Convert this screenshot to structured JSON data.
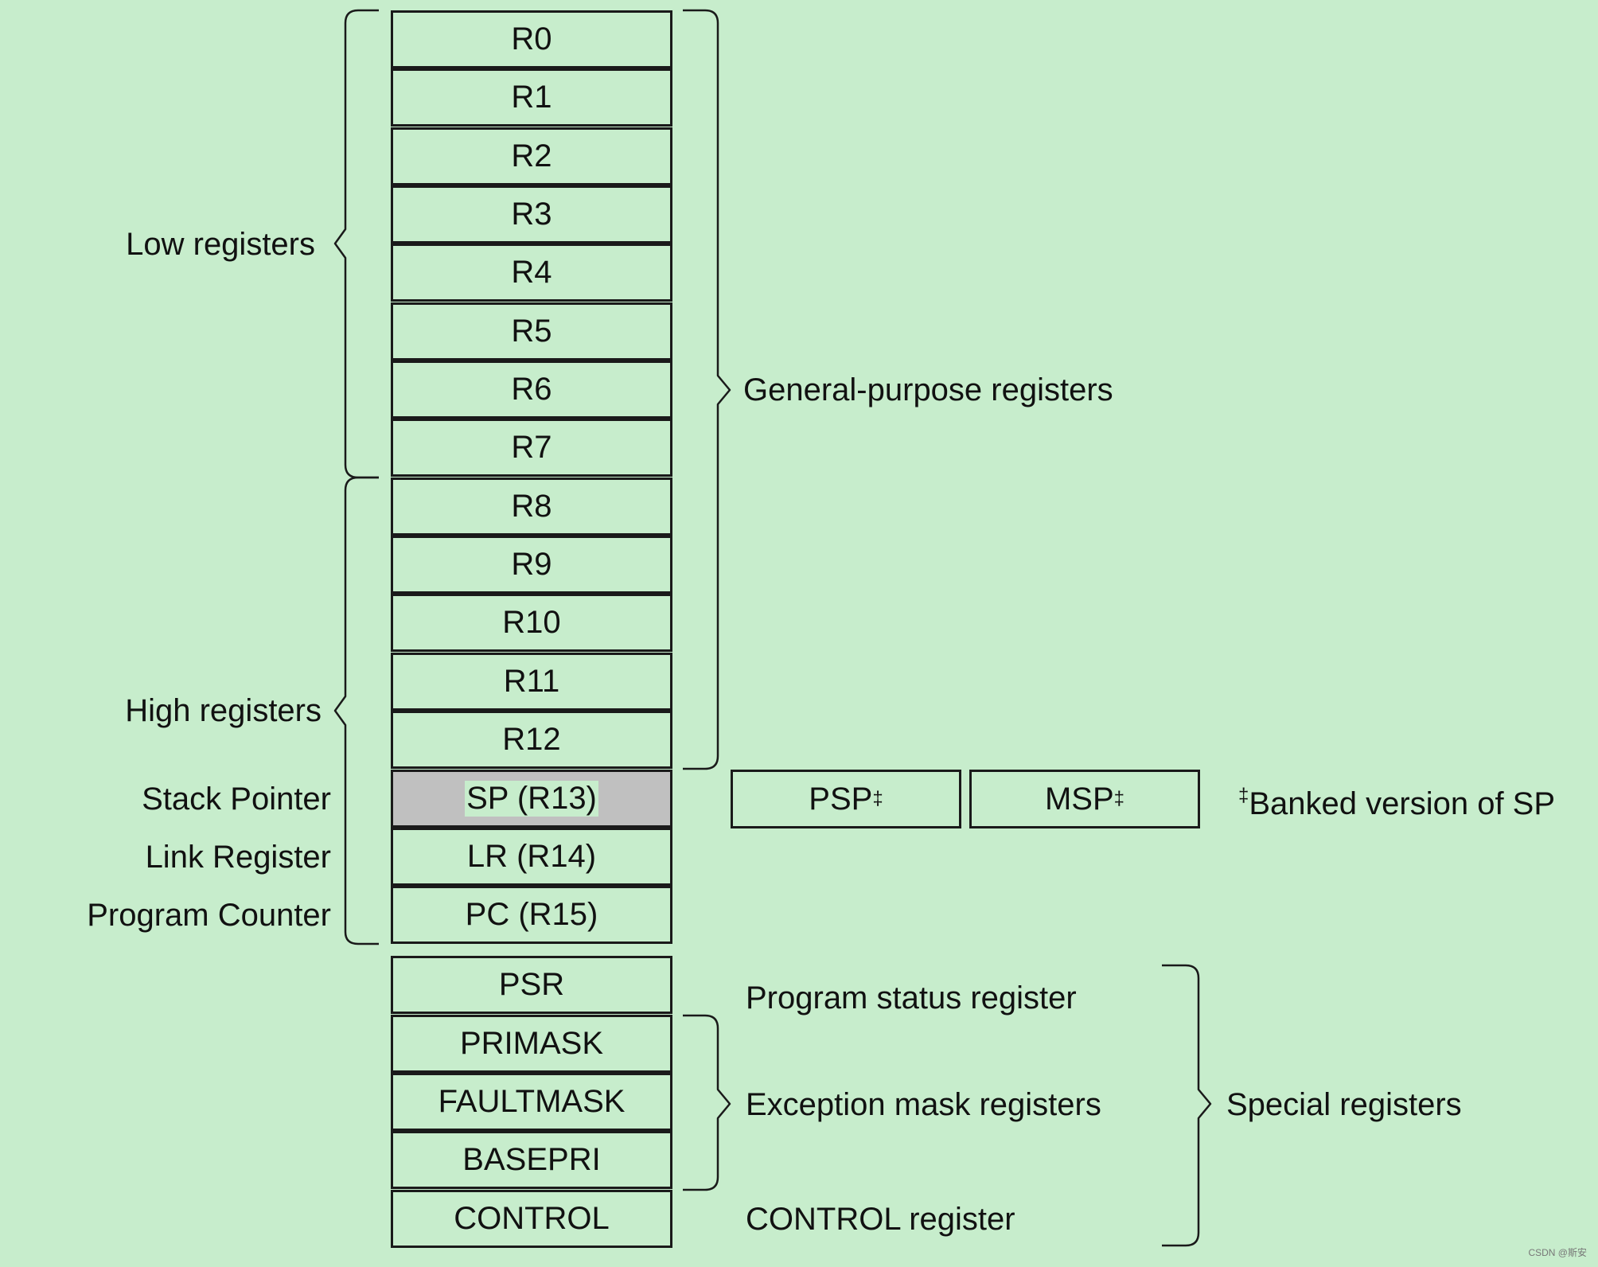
{
  "registers": [
    {
      "name": "R0"
    },
    {
      "name": "R1"
    },
    {
      "name": "R2"
    },
    {
      "name": "R3"
    },
    {
      "name": "R4"
    },
    {
      "name": "R5"
    },
    {
      "name": "R6"
    },
    {
      "name": "R7"
    },
    {
      "name": "R8"
    },
    {
      "name": "R9"
    },
    {
      "name": "R10"
    },
    {
      "name": "R11"
    },
    {
      "name": "R12"
    },
    {
      "name": "SP (R13)"
    },
    {
      "name": "LR (R14)"
    },
    {
      "name": "PC (R15)"
    }
  ],
  "special_registers": [
    {
      "name": "PSR"
    },
    {
      "name": "PRIMASK"
    },
    {
      "name": "FAULTMASK"
    },
    {
      "name": "BASEPRI"
    },
    {
      "name": "CONTROL"
    }
  ],
  "labels": {
    "low": "Low registers",
    "high": "High registers",
    "stack_pointer": "Stack Pointer",
    "link_register": "Link Register",
    "program_counter": "Program Counter",
    "general_purpose": "General-purpose registers",
    "program_status": "Program status register",
    "exception_mask": "Exception mask registers",
    "control_register": "CONTROL register",
    "special": "Special registers"
  },
  "banked": {
    "psp": "PSP",
    "msp": "MSP",
    "marker": "‡",
    "note": "Banked version of SP"
  },
  "watermark": "CSDN @斯安",
  "colors": {
    "background": "#c7edcc",
    "sp_highlight": "#c0c0c0",
    "outline": "#1a1a1a"
  }
}
